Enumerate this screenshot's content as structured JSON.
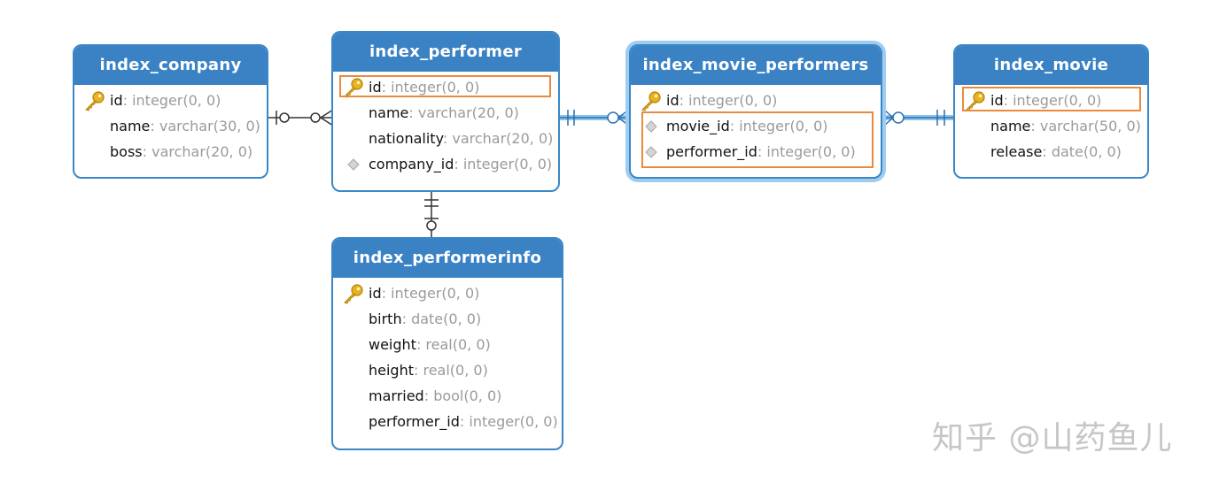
{
  "tables": {
    "company": {
      "name": "index_company",
      "fields": [
        {
          "name": "id",
          "type": ": integer(0, 0)",
          "icon": "key-icon"
        },
        {
          "name": "name",
          "type": ": varchar(30, 0)",
          "icon": ""
        },
        {
          "name": "boss",
          "type": ": varchar(20, 0)",
          "icon": ""
        }
      ]
    },
    "performer": {
      "name": "index_performer",
      "fields": [
        {
          "name": "id",
          "type": ": integer(0, 0)",
          "icon": "key-icon"
        },
        {
          "name": "name",
          "type": ": varchar(20, 0)",
          "icon": ""
        },
        {
          "name": "nationality",
          "type": ": varchar(20, 0)",
          "icon": ""
        },
        {
          "name": "company_id",
          "type": ": integer(0, 0)",
          "icon": "diamond-icon"
        }
      ]
    },
    "movie_performers": {
      "name": "index_movie_performers",
      "fields": [
        {
          "name": "id",
          "type": ": integer(0, 0)",
          "icon": "key-icon"
        },
        {
          "name": "movie_id",
          "type": ": integer(0, 0)",
          "icon": "diamond-icon"
        },
        {
          "name": "performer_id",
          "type": ": integer(0, 0)",
          "icon": "diamond-icon"
        }
      ]
    },
    "movie": {
      "name": "index_movie",
      "fields": [
        {
          "name": "id",
          "type": ": integer(0, 0)",
          "icon": "key-icon"
        },
        {
          "name": "name",
          "type": ": varchar(50, 0)",
          "icon": ""
        },
        {
          "name": "release",
          "type": ": date(0, 0)",
          "icon": ""
        }
      ]
    },
    "performerinfo": {
      "name": "index_performerinfo",
      "fields": [
        {
          "name": "id",
          "type": ": integer(0, 0)",
          "icon": "key-icon"
        },
        {
          "name": "birth",
          "type": ": date(0, 0)",
          "icon": ""
        },
        {
          "name": "weight",
          "type": ": real(0, 0)",
          "icon": ""
        },
        {
          "name": "height",
          "type": ": real(0, 0)",
          "icon": ""
        },
        {
          "name": "married",
          "type": ": bool(0, 0)",
          "icon": ""
        },
        {
          "name": "performer_id",
          "type": ": integer(0, 0)",
          "icon": ""
        }
      ]
    }
  },
  "watermark": "知乎 @山药鱼儿",
  "colors": {
    "header": "#3a82c4",
    "border": "#3a87c8",
    "highlight": "#e88b3d",
    "type_text": "#9a9a9a",
    "selection_glow": "#9fcdf0",
    "link_line": "#5a9fd8"
  }
}
